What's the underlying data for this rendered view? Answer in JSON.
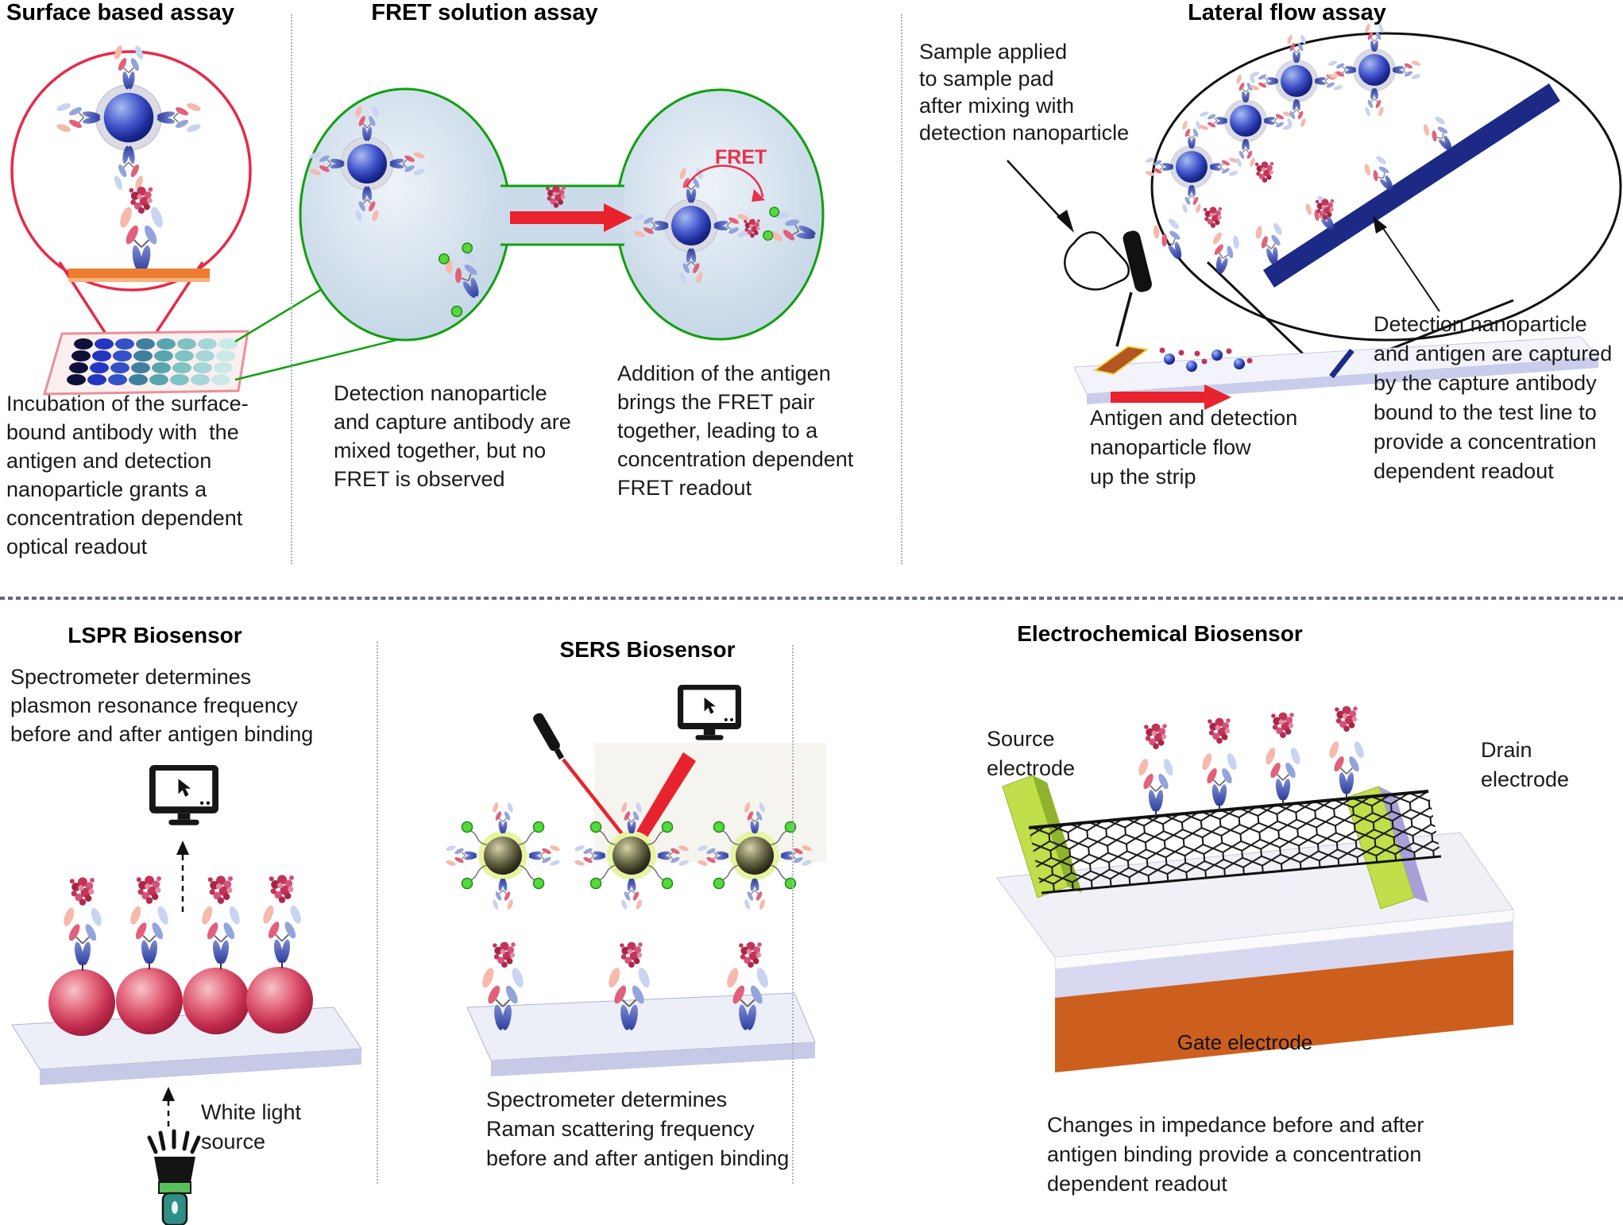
{
  "colors": {
    "magnifier_red": "#e62a48",
    "fret_green": "#0fa00f",
    "solution_blue": "#c6d7e7",
    "arrow_red": "#e8232d",
    "fret_label_red": "#e8304a",
    "nanoparticle_blue": "#2a3bb8",
    "test_line_navy": "#1c2a86",
    "sample_pad_brown": "#b3561f",
    "lspr_sphere_red": "#c22a4c",
    "platform_lavender": "#eceef8",
    "sers_sphere_dark": "#33331f",
    "green_dot": "#55d83d",
    "electrode_green": "#c0df4a",
    "gate_orange": "#cd5f1e"
  },
  "icons": {
    "monitor": "monitor-with-cursor",
    "flashlight": "flashlight",
    "laser_pen": "laser-pointer",
    "pipette_hand": "gloved-hand-with-pipette"
  },
  "top_row": {
    "surface_assay": {
      "title": "Surface based assay",
      "caption": "Incubation of the surface-\nbound antibody with  the\nantigen and detection\nnanoparticle grants a\nconcentration dependent\noptical readout"
    },
    "fret_assay": {
      "title": "FRET solution assay",
      "fret_label": "FRET",
      "left_caption": "Detection nanoparticle\nand capture antibody are\nmixed together, but no\nFRET is observed",
      "right_caption": "Addition of the antigen\nbrings the FRET pair\ntogether, leading to a\nconcentration dependent\nFRET readout"
    },
    "lateral_flow_assay": {
      "title": "Lateral flow assay",
      "sample_note": "Sample applied\nto sample pad\nafter mixing with\ndetection nanoparticle",
      "flow_note": "Antigen and detection\nnanoparticle flow\nup the strip",
      "capture_note": "Detection nanoparticle\nand antigen are captured\nby the capture antibody\nbound to the test line to\nprovide a concentration\ndependent readout"
    }
  },
  "bottom_row": {
    "lspr_biosensor": {
      "title": "LSPR Biosensor",
      "caption": "Spectrometer determines\nplasmon resonance frequency\nbefore and after antigen binding",
      "light_source_label": "White light\nsource"
    },
    "sers_biosensor": {
      "title": "SERS Biosensor",
      "caption": "Spectrometer determines\nRaman scattering frequency\nbefore and after antigen binding"
    },
    "electrochemical_biosensor": {
      "title": "Electrochemical Biosensor",
      "source_label": "Source\nelectrode",
      "drain_label": "Drain\nelectrode",
      "gate_label": "Gate electrode",
      "caption": "Changes in impedance before and after\nantigen binding provide a concentration\ndependent readout"
    }
  }
}
